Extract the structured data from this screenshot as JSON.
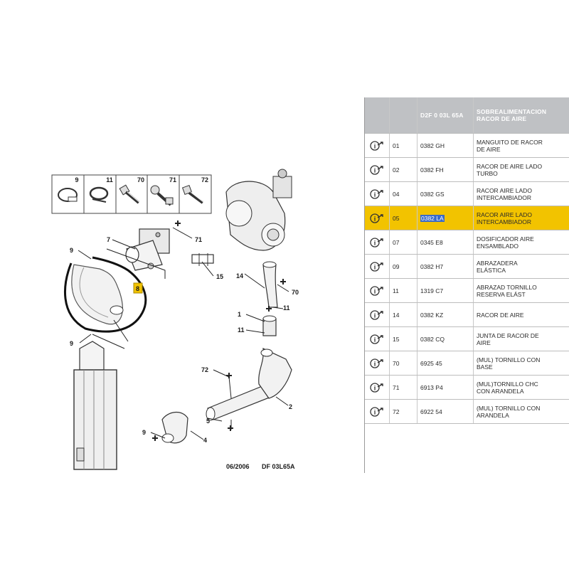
{
  "diagram": {
    "footer_date": "06/2006",
    "footer_ref": "DF 03L65A",
    "small_parts": [
      "9",
      "11",
      "70",
      "71",
      "72"
    ],
    "callouts": [
      "7",
      "71",
      "9",
      "15",
      "8",
      "14",
      "70",
      "1",
      "11",
      "11",
      "9",
      "72",
      "2",
      "9",
      "4",
      "5"
    ]
  },
  "table": {
    "header": {
      "code_line1": "D2F 0 03L 65A",
      "desc_line1": "SOBREALIMENTACION",
      "desc_line2": "RACOR DE AIRE"
    },
    "selected_index": 4,
    "rows": [
      {
        "ref": "01",
        "code": "0382 GH",
        "desc": [
          "MANGUITO DE RACOR",
          "DE AIRE"
        ]
      },
      {
        "ref": "02",
        "code": "0382 FH",
        "desc": [
          "RACOR DE AIRE LADO",
          "TURBO"
        ]
      },
      {
        "ref": "04",
        "code": "0382 GS",
        "desc": [
          "RACOR AIRE LADO",
          "INTERCAMBIADOR"
        ]
      },
      {
        "ref": "05",
        "code": "0382 LA",
        "desc": [
          "RACOR AIRE LADO",
          "INTERCAMBIADOR"
        ]
      },
      {
        "ref": "07",
        "code": "0345 E8",
        "desc": [
          "DOSIFICADOR AIRE",
          "ENSAMBLADO"
        ]
      },
      {
        "ref": "09",
        "code": "0382 H7",
        "desc": [
          "ABRAZADERA",
          "ELÁSTICA"
        ]
      },
      {
        "ref": "11",
        "code": "1319 C7",
        "desc": [
          "ABRAZAD TORNILLO",
          "RESERVA ELÁST"
        ]
      },
      {
        "ref": "14",
        "code": "0382 KZ",
        "desc": [
          "RACOR DE AIRE",
          ""
        ]
      },
      {
        "ref": "15",
        "code": "0382 CQ",
        "desc": [
          "JUNTA DE RACOR DE",
          "AIRE"
        ]
      },
      {
        "ref": "70",
        "code": "6925 45",
        "desc": [
          "(MUL) TORNILLO CON",
          "BASE"
        ]
      },
      {
        "ref": "71",
        "code": "6913 P4",
        "desc": [
          "(MUL)TORNILLO CHC",
          "CON ARANDELA"
        ]
      },
      {
        "ref": "72",
        "code": "6922 54",
        "desc": [
          "(MUL) TORNILLO CON",
          "ARANDELA"
        ]
      }
    ]
  },
  "colors": {
    "selected_row": "#f2c300",
    "header_bg": "#bfc1c4",
    "highlight": "#3a6bc9"
  }
}
